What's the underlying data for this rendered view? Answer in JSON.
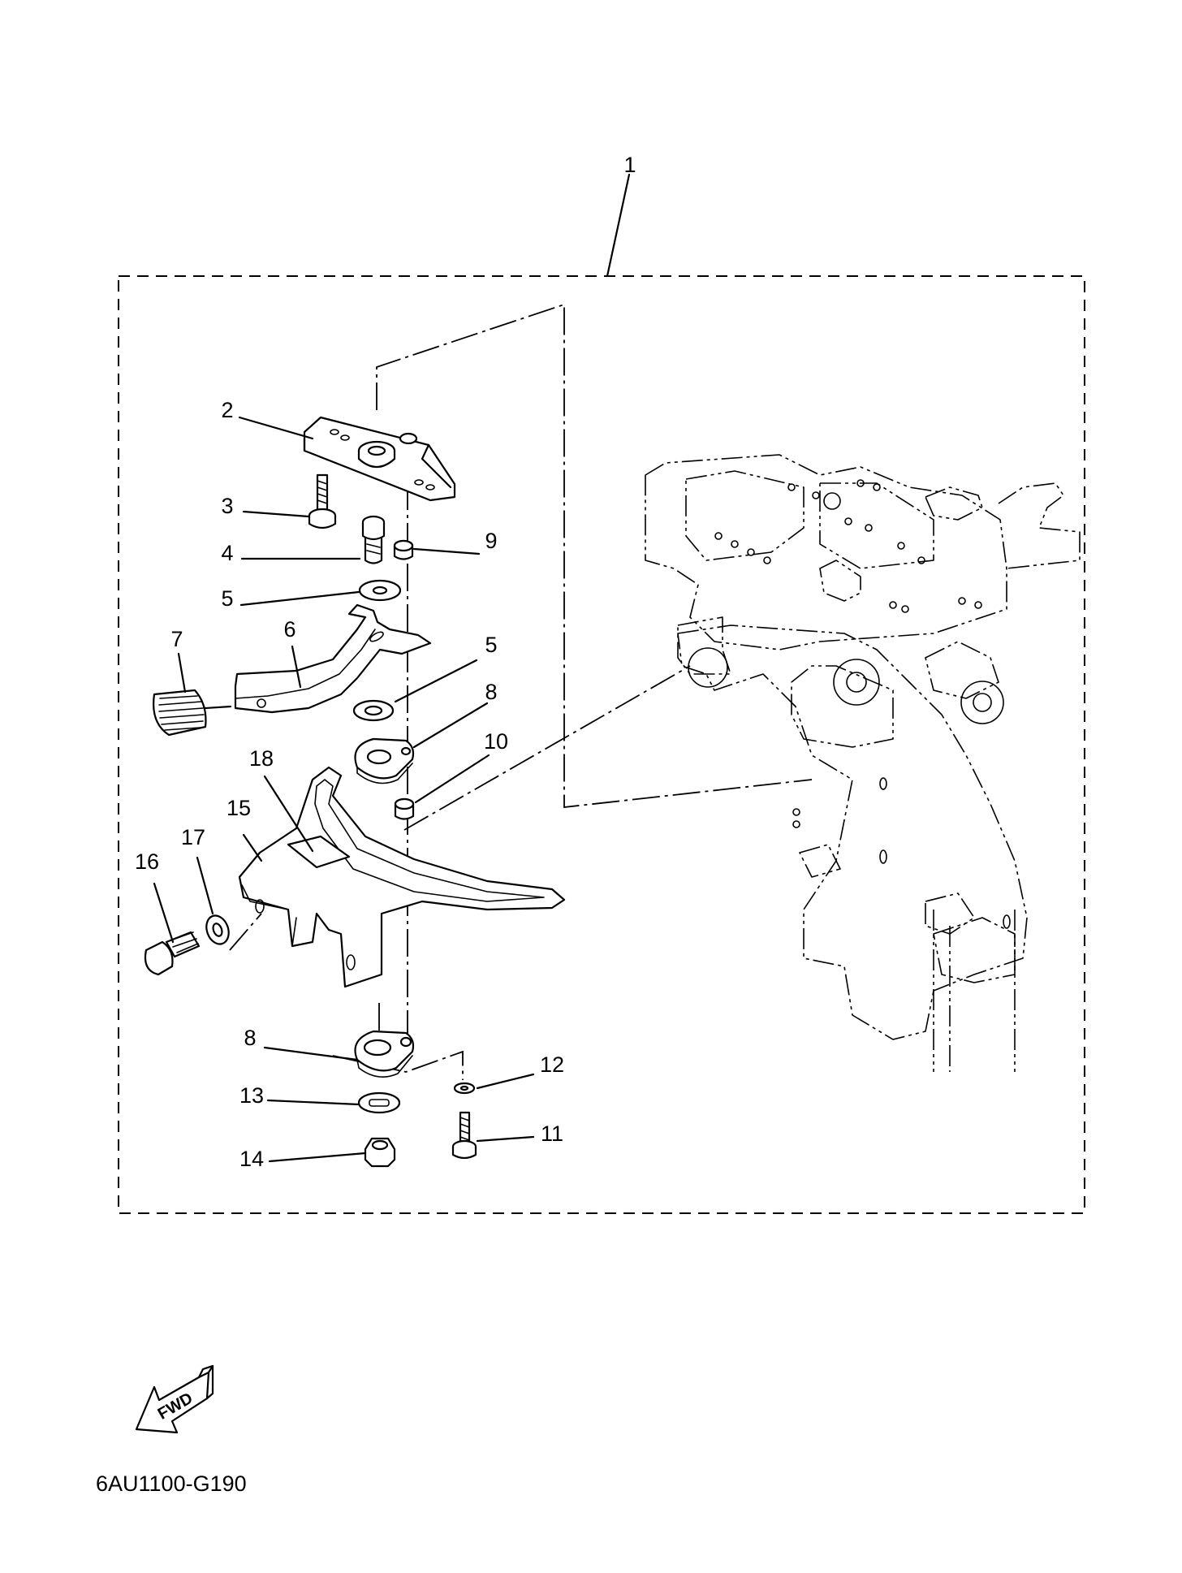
{
  "diagram": {
    "assembly_callout": "1",
    "callouts": [
      "2",
      "3",
      "4",
      "5",
      "5",
      "6",
      "7",
      "8",
      "8",
      "9",
      "10",
      "11",
      "12",
      "13",
      "14",
      "15",
      "16",
      "17",
      "18"
    ],
    "forward_badge": "FWD",
    "drawing_code": "6AU1100-G190"
  },
  "colors": {
    "ink": "#000000",
    "paper": "#ffffff"
  }
}
